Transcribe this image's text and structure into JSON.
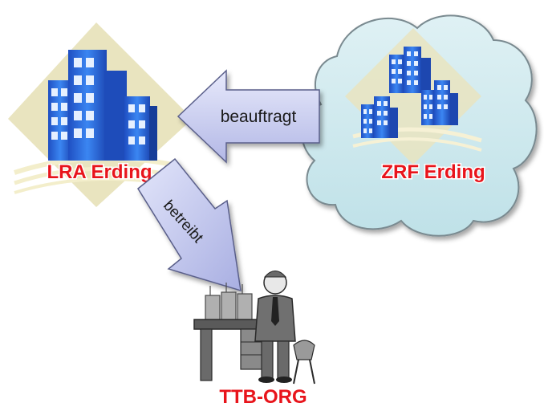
{
  "nodes": {
    "lra": {
      "label": "LRA Erding"
    },
    "zrf": {
      "label": "ZRF Erding"
    },
    "ttb": {
      "label": "TTB-ORG"
    }
  },
  "edges": {
    "beauftragt": {
      "label": "beauftragt"
    },
    "betreibt": {
      "label": "betreibt"
    }
  },
  "colors": {
    "node_label": "#e8141b",
    "arrow_fill": "#c9cdf0",
    "cloud_fill": "#c7e6ec",
    "building_blue": "#2f6fe0",
    "diamond_fill": "#e9e4bf"
  },
  "icons": {
    "lra": "office-building-icon",
    "zrf": "office-buildings-group-icon",
    "ttb": "man-at-desk-with-radios-icon"
  }
}
